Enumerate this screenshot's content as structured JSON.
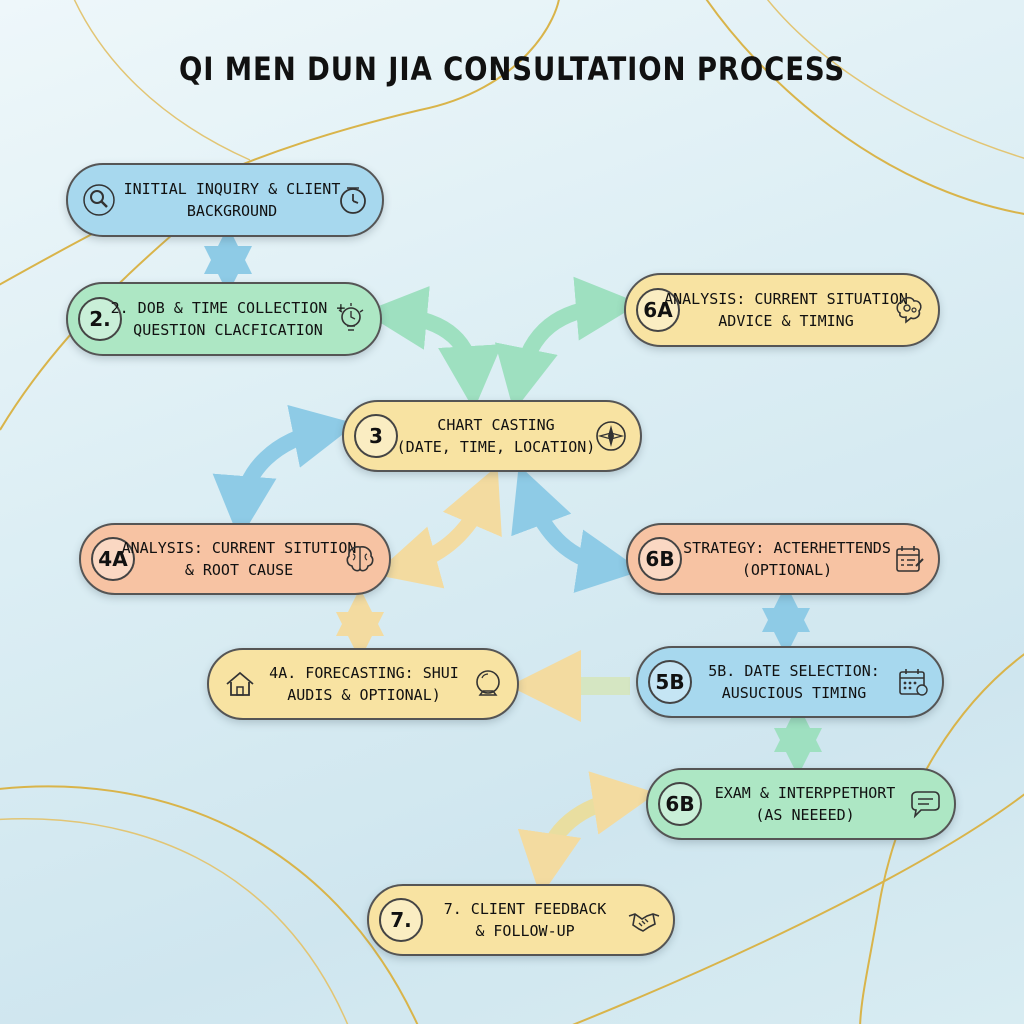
{
  "title": "QI MEN DUN JIA CONSULTATION PROCESS",
  "nodes": {
    "initial": {
      "badge": "",
      "line1": "INITIAL INQUIRY & CLIENT",
      "line2": "BACKGROUND",
      "icon": "search-icon",
      "icon2": "clock-icon"
    },
    "dob": {
      "badge": "2.",
      "line1": "2. DOB & TIME COLLECTION +",
      "line2": "QUESTION CLACFICATION",
      "icon": "lightbulb-icon"
    },
    "n6a": {
      "badge": "6A",
      "line1": "ANALYSIS: CURRENT SITUATION",
      "line2": "ADVICE & TIMING",
      "icon": "brain-gears-icon"
    },
    "chart": {
      "badge": "3",
      "line1": "CHART CASTING",
      "line2": "(DATE, TIME, LOCATION)",
      "icon": "compass-icon"
    },
    "n4a": {
      "badge": "4A",
      "line1": "ANALYSIS: CURRENT SITUTION",
      "line2": "& ROOT CAUSE",
      "icon": "brain-icon"
    },
    "n6b_strategy": {
      "badge": "6B",
      "line1": "STRATEGY: ACTERHETTENDS",
      "line2": "(OPTIONAL)",
      "icon": "calendar-checklist-icon"
    },
    "forecast": {
      "badge": "",
      "line1": "4A. FORECASTING: SHUI",
      "line2": "AUDIS & OPTIONAL)",
      "icon": "house-icon",
      "icon2": "crystal-ball-icon"
    },
    "n5b": {
      "badge": "5B",
      "line1": "5B. DATE SELECTION:",
      "line2": "AUSUCIOUS TIMING",
      "icon": "calendar-icon"
    },
    "n6b_exam": {
      "badge": "6B",
      "line1": "EXAM & INTERPPETHORT",
      "line2": "(AS NEEEED)",
      "icon": "speech-bubble-icon"
    },
    "n7": {
      "badge": "7.",
      "line1": "7. CLIENT FEEDBACK",
      "line2": "& FOLLOW-UP",
      "icon": "handshake-icon"
    }
  },
  "colors": {
    "blue": "#a7d8ee",
    "green": "#ade7c4",
    "yellow": "#f8e3a2",
    "orange": "#f7c3a3",
    "arrow_blue": "#8ecbe6",
    "arrow_green": "#9ee0c0",
    "arrow_yellow": "#f3dba0",
    "gold_line": "#d9b44a"
  }
}
